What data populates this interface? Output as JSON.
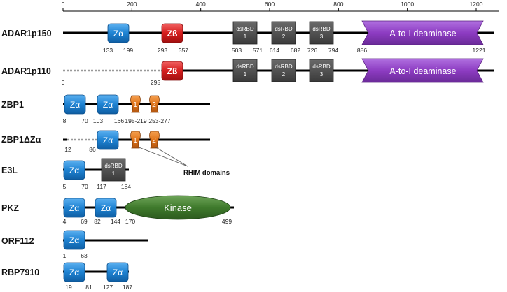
{
  "axis": {
    "ticks": [
      "0",
      "200",
      "400",
      "600",
      "800",
      "1000",
      "1200"
    ]
  },
  "colors": {
    "za": "#1e82d2",
    "zb": "#d51d1d",
    "dsrbd": "#505050",
    "deaminase": "#8d3cc2",
    "rhim": "#e0741a",
    "kinase": "#3f7a2c",
    "backbone": "#000000",
    "dotted": "#999999"
  },
  "proteins": [
    {
      "name": "ADAR1p150",
      "leader_dotted": false,
      "domains": [
        {
          "type": "za",
          "label": "Zα",
          "start_label": "133",
          "end_label": "199"
        },
        {
          "type": "zb",
          "label": "Zß",
          "start_label": "293",
          "end_label": "357"
        },
        {
          "type": "dsrbd",
          "label_top": "dsRBD",
          "label_bottom": "1",
          "start_label": "503",
          "end_label": "571"
        },
        {
          "type": "dsrbd",
          "label_top": "dsRBD",
          "label_bottom": "2",
          "start_label": "614",
          "end_label": "682"
        },
        {
          "type": "dsrbd",
          "label_top": "dsRBD",
          "label_bottom": "3",
          "start_label": "726",
          "end_label": "794"
        },
        {
          "type": "deaminase",
          "label": "A-to-I deaminase",
          "start_label": "886",
          "end_label": "1221"
        }
      ]
    },
    {
      "name": "ADAR1p110",
      "leader_dotted": true,
      "extra_labels": [
        "0",
        "295"
      ],
      "domains": [
        {
          "type": "zb",
          "label": "Zß"
        },
        {
          "type": "dsrbd",
          "label_top": "dsRBD",
          "label_bottom": "1"
        },
        {
          "type": "dsrbd",
          "label_top": "dsRBD",
          "label_bottom": "2"
        },
        {
          "type": "dsrbd",
          "label_top": "dsRBD",
          "label_bottom": "3"
        },
        {
          "type": "deaminase",
          "label": "A-to-I deaminase"
        }
      ]
    },
    {
      "name": "ZBP1",
      "domains": [
        {
          "type": "za",
          "label": "Zα",
          "start_label": "8",
          "end_label": "70"
        },
        {
          "type": "za",
          "label": "Zα",
          "start_label": "103",
          "end_label": "166"
        },
        {
          "type": "rhim",
          "label": "1",
          "range_label": "195-219"
        },
        {
          "type": "rhim",
          "label": "2",
          "range_label": "253-277"
        }
      ]
    },
    {
      "name": "ZBP1ΔZα",
      "leader_dotted": true,
      "extra_labels": [
        "12",
        "86"
      ],
      "domains": [
        {
          "type": "za",
          "label": "Zα"
        },
        {
          "type": "rhim",
          "label": "1"
        },
        {
          "type": "rhim",
          "label": "2"
        }
      ]
    },
    {
      "name": "E3L",
      "domains": [
        {
          "type": "za",
          "label": "Zα",
          "start_label": "5",
          "end_label": "70"
        },
        {
          "type": "dsrbd",
          "label_top": "dsRBD",
          "label_bottom": "1",
          "start_label": "117",
          "end_label": "184"
        }
      ]
    },
    {
      "name": "PKZ",
      "domains": [
        {
          "type": "za",
          "label": "Zα",
          "start_label": "4",
          "end_label": "69"
        },
        {
          "type": "za",
          "label": "Zα",
          "start_label": "82",
          "end_label": "144"
        },
        {
          "type": "kinase",
          "label": "Kinase",
          "start_label": "170",
          "end_label": "499"
        }
      ]
    },
    {
      "name": "ORF112",
      "domains": [
        {
          "type": "za",
          "label": "Zα",
          "start_label": "1",
          "end_label": "63"
        }
      ]
    },
    {
      "name": "RBP7910",
      "domains": [
        {
          "type": "za",
          "label": "Zα",
          "start_label": "19",
          "end_label": "81"
        },
        {
          "type": "za",
          "label": "Zα",
          "start_label": "127",
          "end_label": "187"
        }
      ]
    }
  ],
  "annotation": {
    "rhim_note": "RHIM domains"
  }
}
